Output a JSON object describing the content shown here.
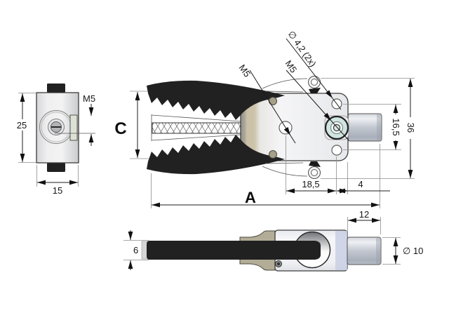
{
  "drawing": {
    "type": "technical-drawing",
    "subject": "spring gripper clamp (alligator-style) — three orthographic views"
  },
  "dimensions": {
    "left_view": {
      "height": "25",
      "width": "15",
      "side_thread": "M5"
    },
    "main_view": {
      "jaw_opening": "C",
      "overall_length": "A",
      "hole_to_pivot": "18,5",
      "pivot_to_edge": "4",
      "mount_hole_spacing": "16,5",
      "overall_height": "36",
      "front_thread": "M5",
      "pivot_thread": "M5",
      "mount_holes": "∅ 4,2 (2x)"
    },
    "bottom_view": {
      "jaw_thickness": "6",
      "shaft_length": "12",
      "shaft_diameter": "∅ 10"
    }
  },
  "colors": {
    "jaw_black": "#212121",
    "pivot_bushing": "#cfe5e1",
    "pivot_inner": "#dcebe7",
    "tan_insert": "#c8bfa6",
    "tan_block": "#b3ad97",
    "olive_pin": "#a6a089",
    "nut_green": "#dde2d6",
    "hole_white": "#ffffff"
  }
}
